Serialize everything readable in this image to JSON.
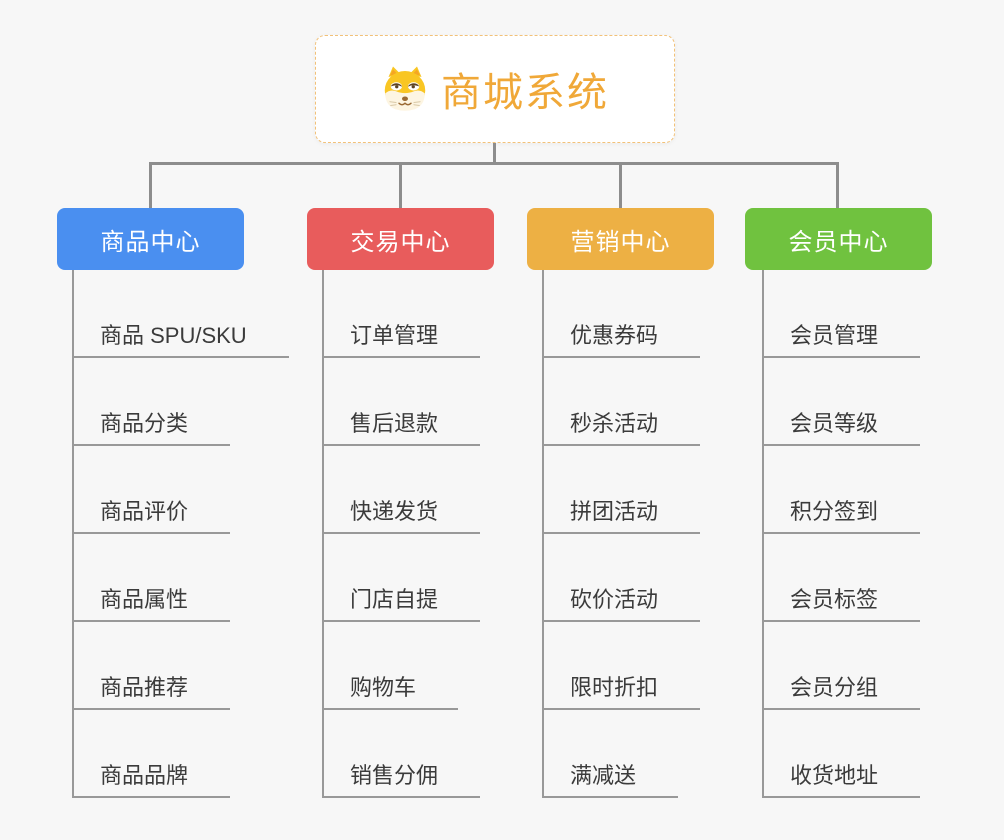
{
  "page": {
    "background_color": "#f7f7f7",
    "connector_color": "#8d8d8d"
  },
  "root": {
    "title": "商城系统",
    "icon": "shiba-dog-icon",
    "text_color": "#f0a838",
    "border_color": "#f2c178"
  },
  "branches": [
    {
      "label": "商品中心",
      "color": "#4a8ff0",
      "children": [
        "商品 SPU/SKU",
        "商品分类",
        "商品评价",
        "商品属性",
        "商品推荐",
        "商品品牌"
      ]
    },
    {
      "label": "交易中心",
      "color": "#e85c5c",
      "children": [
        "订单管理",
        "售后退款",
        "快递发货",
        "门店自提",
        "购物车",
        "销售分佣"
      ]
    },
    {
      "label": "营销中心",
      "color": "#edb044",
      "children": [
        "优惠券码",
        "秒杀活动",
        "拼团活动",
        "砍价活动",
        "限时折扣",
        "满减送"
      ]
    },
    {
      "label": "会员中心",
      "color": "#70c23f",
      "children": [
        "会员管理",
        "会员等级",
        "积分签到",
        "会员标签",
        "会员分组",
        "收货地址"
      ]
    }
  ]
}
